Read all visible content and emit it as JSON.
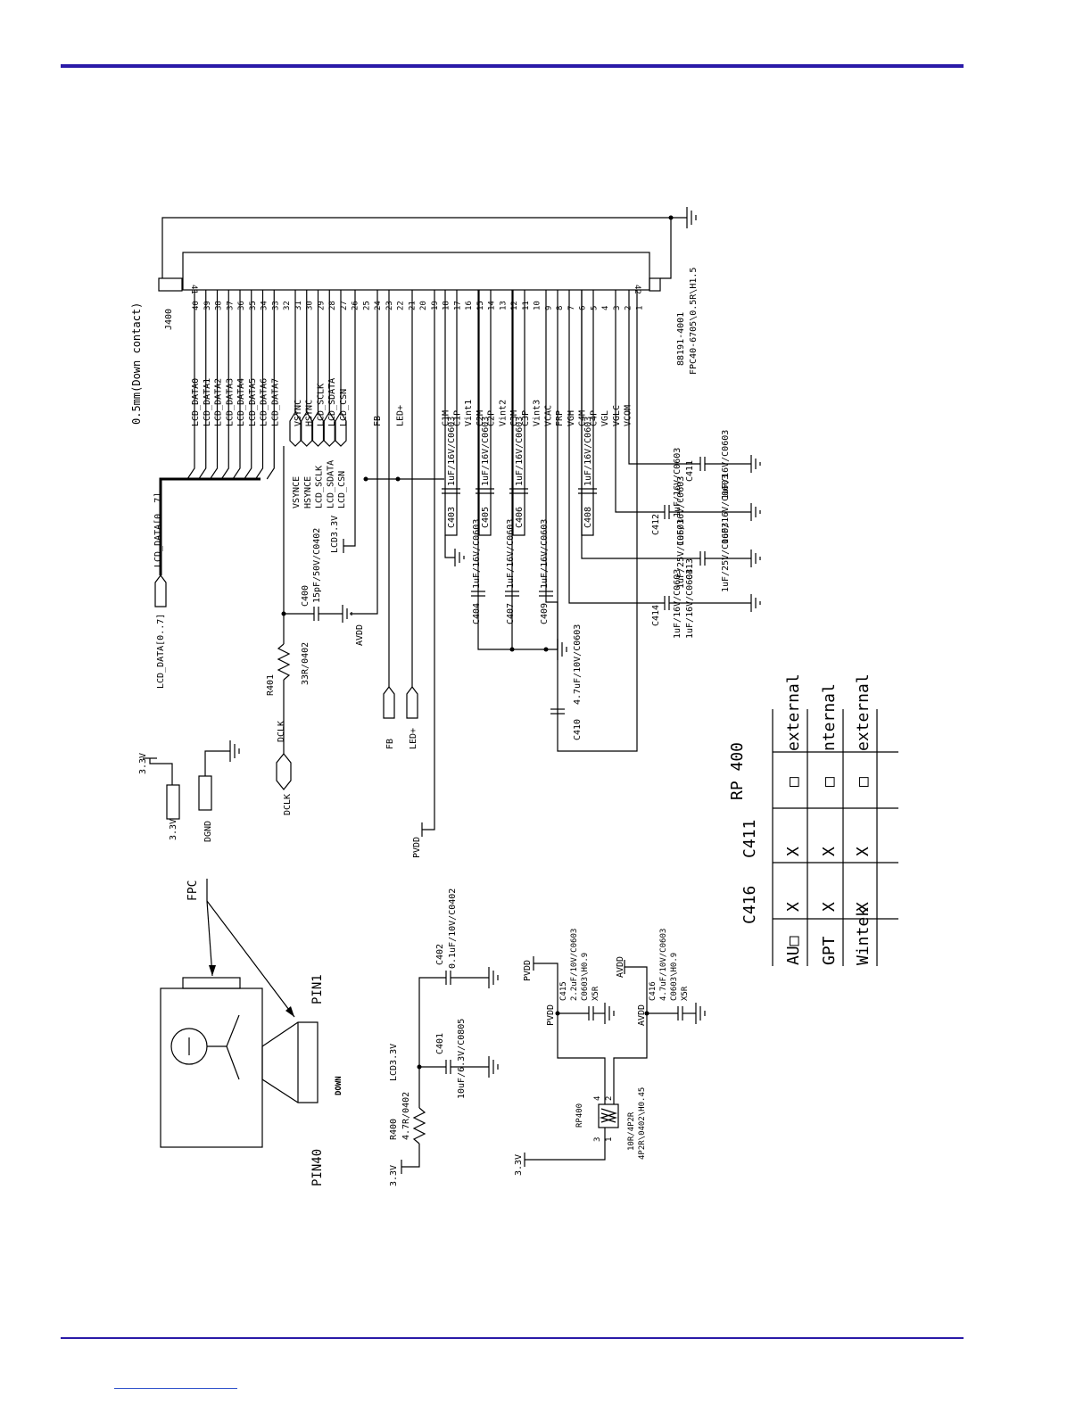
{
  "connector": {
    "ref": "J400",
    "note": "0.5mm(Down contact)",
    "part": "88191-4001",
    "footprint": "FPC40-6705\\0.5R\\H1.5",
    "mount_left": "41",
    "mount_right": "42",
    "pins": [
      "40",
      "39",
      "38",
      "37",
      "36",
      "35",
      "34",
      "33",
      "32",
      "31",
      "30",
      "29",
      "28",
      "27",
      "26",
      "25",
      "24",
      "23",
      "22",
      "21",
      "20",
      "19",
      "18",
      "17",
      "16",
      "15",
      "14",
      "13",
      "12",
      "11",
      "10",
      "9",
      "8",
      "7",
      "6",
      "5",
      "4",
      "3",
      "2",
      "1"
    ],
    "signals": [
      "LCD_DATA0",
      "LCD_DATA1",
      "LCD_DATA2",
      "LCD_DATA3",
      "LCD_DATA4",
      "LCD_DATA5",
      "LCD_DATA6",
      "LCD_DATA7",
      "",
      "VSYNC",
      "HSYNC",
      "LCD_SCLK",
      "LCD_SDATA",
      "LCD_CSN",
      "",
      "",
      "FB",
      "",
      "LED+",
      "",
      "",
      "",
      "C1M",
      "C1P",
      "Vint1",
      "C2M",
      "C2P",
      "Vint2",
      "C3M",
      "C3P",
      "Vint3",
      "VCAC",
      "FRP",
      "VGH",
      "C4M",
      "C4P",
      "VGL",
      "VGLC",
      "VCOM",
      ""
    ]
  },
  "bus": {
    "name": "LCD_DATA[0..7]",
    "port": "LCD_DATA[0..7]"
  },
  "ports": {
    "sync": [
      "VSYNCE",
      "HSYNCE",
      "LCD_SCLK",
      "LCD_SDATA",
      "LCD_CSN"
    ],
    "lcd33": "LCD3.3V",
    "avdd": "AVDD",
    "dclk_net": "DCLK",
    "dclk_port": "DCLK",
    "fb": "FB",
    "led": "LED+",
    "pvdd": "PVDD",
    "v33": "3.3V",
    "v33_pad": "3.3V",
    "dgnd_pad": "DGND"
  },
  "components": {
    "c400": {
      "ref": "C400",
      "val": "15pF/50V/C0402"
    },
    "r401": {
      "ref": "R401",
      "val": "33R/0402"
    },
    "c403": {
      "ref": "C403",
      "val": "1uF/16V/C0603"
    },
    "c405": {
      "ref": "C405",
      "val": "1uF/16V/C0603"
    },
    "c406": {
      "ref": "C406",
      "val": "1uF/16V/C0603"
    },
    "c408": {
      "ref": "C408",
      "val": "1uF/16V/C0603"
    },
    "c404": {
      "ref": "C404",
      "val": "1uF/16V/C0603"
    },
    "c407": {
      "ref": "C407",
      "val": "1uF/16V/C0603"
    },
    "c409": {
      "ref": "C409",
      "val": "1uF/16V/C0603"
    },
    "c410": {
      "ref": "C410",
      "val": "4.7uF/10V/C0603"
    },
    "c411": {
      "ref": "C411",
      "val": "1uF/16V/C0603"
    },
    "c412": {
      "ref": "C412",
      "val": "1uF/16V/C0603"
    },
    "c413": {
      "ref": "C413",
      "val": "1uF/25V/C0603"
    },
    "c414": {
      "ref": "C414",
      "val": "1uF/16V/C0603"
    },
    "c411b": {
      "val": "1uF/16V/C0603"
    },
    "c412b": {
      "val": "1uF/16V/C0603"
    },
    "c413b": {
      "val": "1uF/25V/C0603"
    },
    "c414b": {
      "val": "1uF/16V/C0603"
    },
    "r400": {
      "ref": "R400",
      "val": "4.7R/0402"
    },
    "c401": {
      "ref": "C401",
      "val": "10uF/6.3V/C0805"
    },
    "c402": {
      "ref": "C402",
      "val": "0.1uF/10V/C0402"
    },
    "c415": {
      "ref": "C415",
      "val": "2.2uF/10V/C0603",
      "pkg": "C0603\\H0.9",
      "die": "X5R"
    },
    "c416": {
      "ref": "C416",
      "val": "4.7uF/10V/C0603",
      "pkg": "C0603\\H0.9",
      "die": "X5R"
    },
    "rp400": {
      "ref": "RP400",
      "val": "10R/4P2R",
      "pkg": "4P2R\\0402\\H0.45",
      "p1": "1",
      "p2": "2",
      "p3": "3",
      "p4": "4"
    }
  },
  "power_labels": {
    "lcd33_b": "LCD3.3V",
    "v33_b": "3.3V",
    "v33_c": "3.3V",
    "pvdd_a": "PVDD",
    "pvdd_b": "PVDD",
    "avdd_a": "AVDD",
    "avdd_b": "AVDD"
  },
  "illustration": {
    "fpc": "FPC",
    "pin1": "PIN1",
    "pin40": "PIN40",
    "down": "DOWN"
  },
  "table": {
    "headers": [
      "C416",
      "C411",
      "RP 400"
    ],
    "rows": [
      {
        "vendor": "AU□",
        "c416": "X",
        "c411": "X",
        "rp400": "□",
        "type": "external"
      },
      {
        "vendor": "GPT",
        "c416": "X",
        "c411": "X",
        "rp400": "□",
        "type": "nternal"
      },
      {
        "vendor": "Wintek",
        "c416": "X",
        "c411": "X",
        "rp400": "□",
        "type": "external"
      }
    ]
  }
}
